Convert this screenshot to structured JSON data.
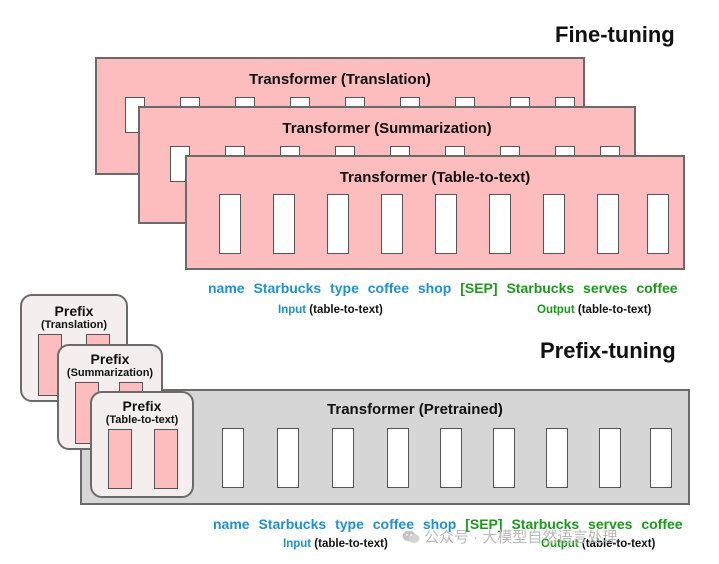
{
  "fine_tuning": {
    "heading": "Fine-tuning",
    "transformers": [
      {
        "label": "Transformer (Translation)"
      },
      {
        "label": "Transformer (Summarization)"
      },
      {
        "label": "Transformer (Table-to-text)"
      }
    ]
  },
  "prefix_tuning": {
    "heading": "Prefix-tuning",
    "transformer_label": "Transformer  (Pretrained)",
    "prefixes": [
      {
        "title": "Prefix",
        "task": "(Translation)"
      },
      {
        "title": "Prefix",
        "task": "(Summarization)"
      },
      {
        "title": "Prefix",
        "task": "(Table-to-text)"
      }
    ]
  },
  "tokens": {
    "input": [
      "name",
      "Starbucks",
      "type",
      "coffee",
      "shop"
    ],
    "output": [
      "[SEP]",
      "Starbucks",
      "serves",
      "coffee"
    ],
    "input_caption_key": "Input",
    "input_caption_rest": " (table-to-text)",
    "output_caption_key": "Output",
    "output_caption_rest": " (table-to-text)"
  },
  "watermark": "公众号 · 大模型自然语言处理",
  "colors": {
    "transformer_fill": "#fdbdbf",
    "pretrained_fill": "#d6d6d6",
    "input_text": "#1e90d8",
    "output_text": "#1a9a1a"
  }
}
